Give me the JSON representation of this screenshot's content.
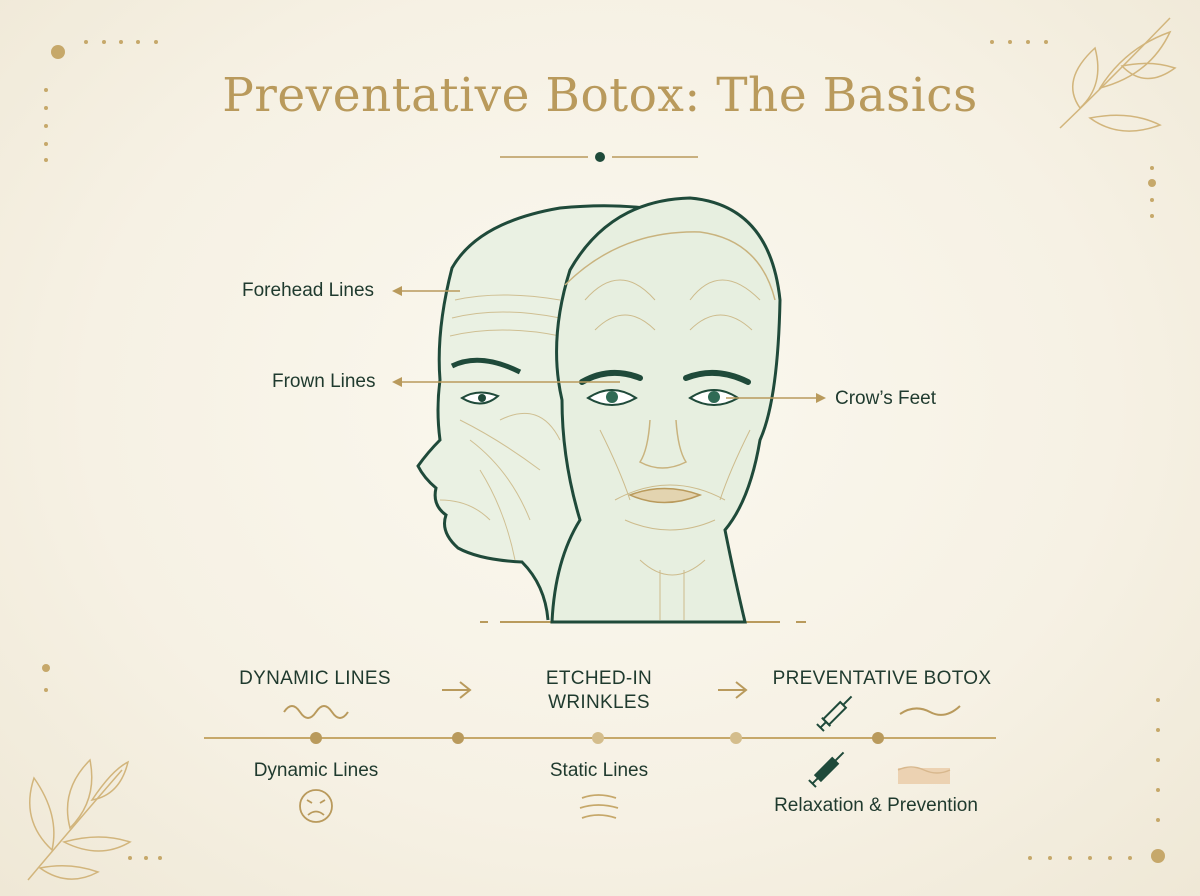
{
  "title": "Preventative Botox: The Basics",
  "annotations": {
    "forehead": "Forehead Lines",
    "frown": "Frown Lines",
    "crows_feet": "Crow’s Feet"
  },
  "stages": [
    {
      "heading": "DYNAMIC LINES",
      "sub": "Dynamic Lines",
      "icon": "frown-face-icon"
    },
    {
      "heading_line1": "ETCHED-IN",
      "heading_line2": "WRINKLES",
      "sub": "Static Lines",
      "icon": "static-lines-icon"
    },
    {
      "heading": "PREVENTATIVE BOTOX",
      "sub": "Relaxation & Prevention",
      "icon": "syringe-icon"
    }
  ],
  "colors": {
    "gold": "#b99a5c",
    "deep_green": "#1f4a3a",
    "text": "#1f3a2e",
    "background": "#f6f1e4"
  }
}
